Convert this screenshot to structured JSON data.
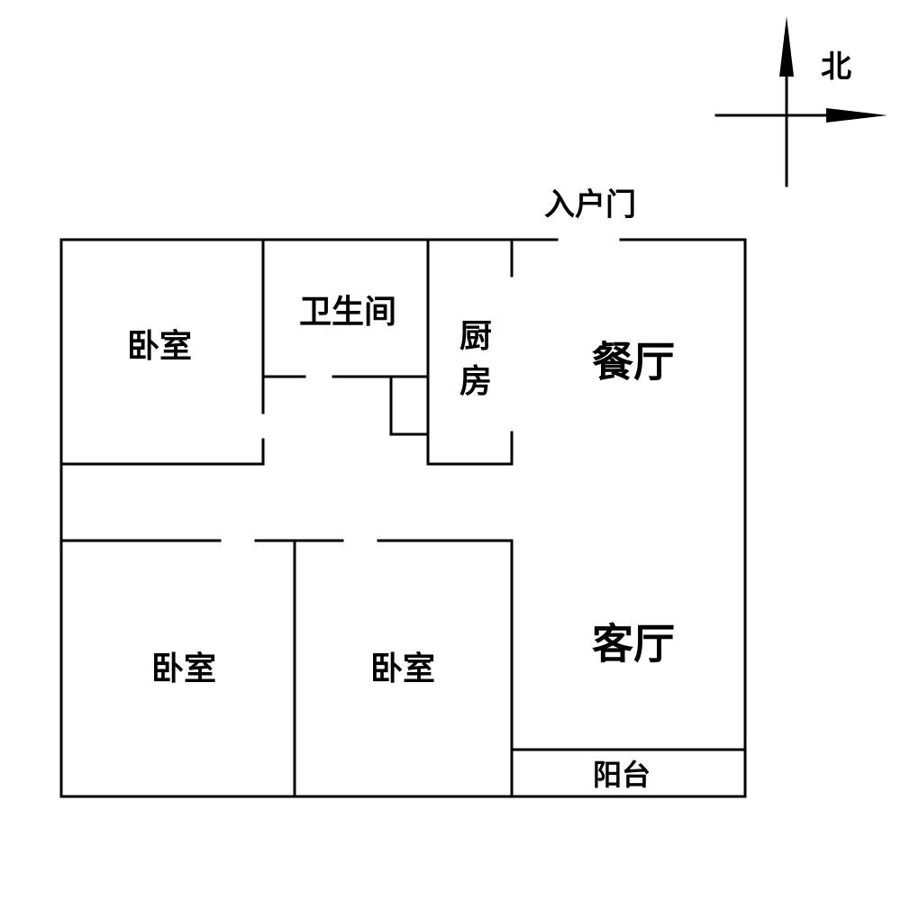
{
  "compass": {
    "north_label": "北"
  },
  "entrance": {
    "label": "入户门"
  },
  "rooms": {
    "bedroom_nw": "卧室",
    "bathroom": "卫生间",
    "kitchen_line1": "厨",
    "kitchen_line2": "房",
    "dining": "餐厅",
    "bedroom_sw": "卧室",
    "bedroom_s": "卧室",
    "living": "客厅",
    "balcony": "阳台"
  },
  "colors": {
    "line": "#000000",
    "background": "#ffffff"
  }
}
